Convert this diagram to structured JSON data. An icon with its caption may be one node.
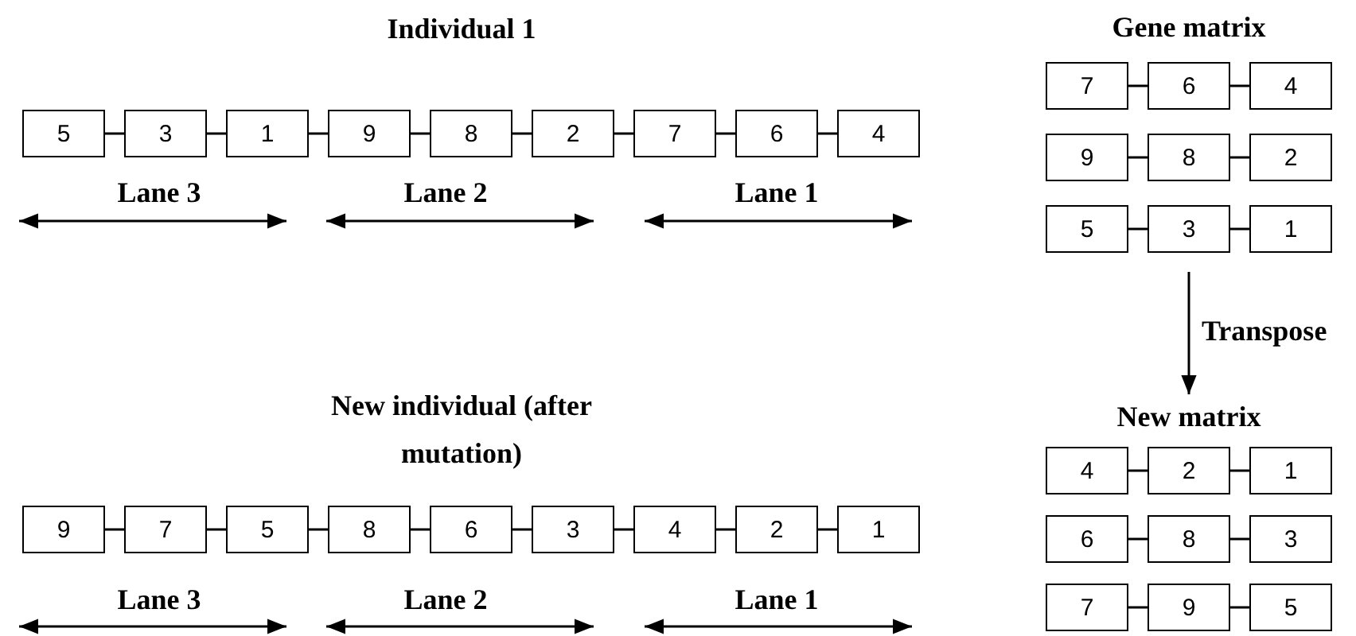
{
  "diagram": {
    "nodes": [
      {
        "text": [
          "5"
        ]
      },
      {
        "text": [
          "3"
        ]
      },
      {
        "text": [
          "1"
        ]
      },
      {
        "text": [
          "9"
        ]
      },
      {
        "text": [
          "8"
        ]
      },
      {
        "text": [
          "2"
        ]
      },
      {
        "text": [
          "7"
        ]
      },
      {
        "text": [
          "6"
        ]
      },
      {
        "text": [
          "4"
        ]
      },
      {
        "text": [
          "7"
        ]
      },
      {
        "text": [
          "6"
        ]
      },
      {
        "text": [
          "4"
        ]
      },
      {
        "text": [
          "9"
        ]
      },
      {
        "text": [
          "8"
        ]
      },
      {
        "text": [
          "2"
        ]
      },
      {
        "text": [
          "5"
        ]
      },
      {
        "text": [
          "3"
        ]
      },
      {
        "text": [
          "1"
        ]
      },
      {
        "text": [
          "New matrix"
        ]
      },
      {
        "text": [
          "4"
        ]
      },
      {
        "text": [
          "2"
        ]
      },
      {
        "text": [
          "1"
        ]
      },
      {
        "text": [
          "6"
        ]
      },
      {
        "text": [
          "8"
        ]
      },
      {
        "text": [
          "3"
        ]
      },
      {
        "text": [
          "7"
        ]
      },
      {
        "text": [
          "9"
        ]
      },
      {
        "text": [
          "5"
        ]
      },
      {
        "text": [
          "9"
        ]
      },
      {
        "text": [
          "7"
        ]
      },
      {
        "text": [
          "5"
        ]
      },
      {
        "text": [
          "8"
        ]
      },
      {
        "text": [
          "6"
        ]
      },
      {
        "text": [
          "3"
        ]
      },
      {
        "text": [
          "4"
        ]
      },
      {
        "text": [
          "2"
        ]
      },
      {
        "text": [
          "1"
        ]
      }
    ],
    "edges": [
      {
        "from": 0,
        "to": 1,
        "arrow": "none"
      },
      {
        "from": 1,
        "to": 2,
        "arrow": "none"
      },
      {
        "from": 2,
        "to": 3,
        "arrow": "none"
      },
      {
        "from": 3,
        "to": 4,
        "arrow": "none"
      },
      {
        "from": 4,
        "to": 5,
        "arrow": "none"
      },
      {
        "from": 5,
        "to": 6,
        "arrow": "none"
      },
      {
        "from": 6,
        "to": 7,
        "arrow": "none"
      },
      {
        "from": 7,
        "to": 8,
        "arrow": "none"
      },
      {
        "from": 9,
        "to": 10,
        "arrow": "none"
      },
      {
        "from": 10,
        "to": 11,
        "arrow": "none"
      },
      {
        "from": 12,
        "to": 13,
        "arrow": "none"
      },
      {
        "from": 13,
        "to": 14,
        "arrow": "none"
      },
      {
        "from": 15,
        "to": 16,
        "arrow": "none"
      },
      {
        "from": 16,
        "to": 17,
        "arrow": "none"
      },
      {
        "from": 16,
        "to": 18,
        "arrow": "to",
        "label": "Transpose"
      },
      {
        "from": 19,
        "to": 20,
        "arrow": "none"
      },
      {
        "from": 20,
        "to": 21,
        "arrow": "none"
      },
      {
        "from": 22,
        "to": 23,
        "arrow": "none"
      },
      {
        "from": 23,
        "to": 24,
        "arrow": "none"
      },
      {
        "from": 25,
        "to": 26,
        "arrow": "none"
      },
      {
        "from": 26,
        "to": 27,
        "arrow": "none"
      },
      {
        "from": 28,
        "to": 29,
        "arrow": "none"
      },
      {
        "from": 29,
        "to": 30,
        "arrow": "none"
      },
      {
        "from": 30,
        "to": 31,
        "arrow": "none"
      },
      {
        "from": 31,
        "to": 32,
        "arrow": "none"
      },
      {
        "from": 32,
        "to": 33,
        "arrow": "none"
      },
      {
        "from": 33,
        "to": 34,
        "arrow": "none"
      },
      {
        "from": 34,
        "to": 35,
        "arrow": "none"
      },
      {
        "from": 35,
        "to": 36,
        "arrow": "none"
      }
    ],
    "labels": [
      "Individual 1",
      "Gene matrix",
      "Lane 3",
      "Lane 2",
      "Lane 1",
      "New individual (after mutation)",
      "Lane 3",
      "Lane 2",
      "Lane 1"
    ]
  }
}
